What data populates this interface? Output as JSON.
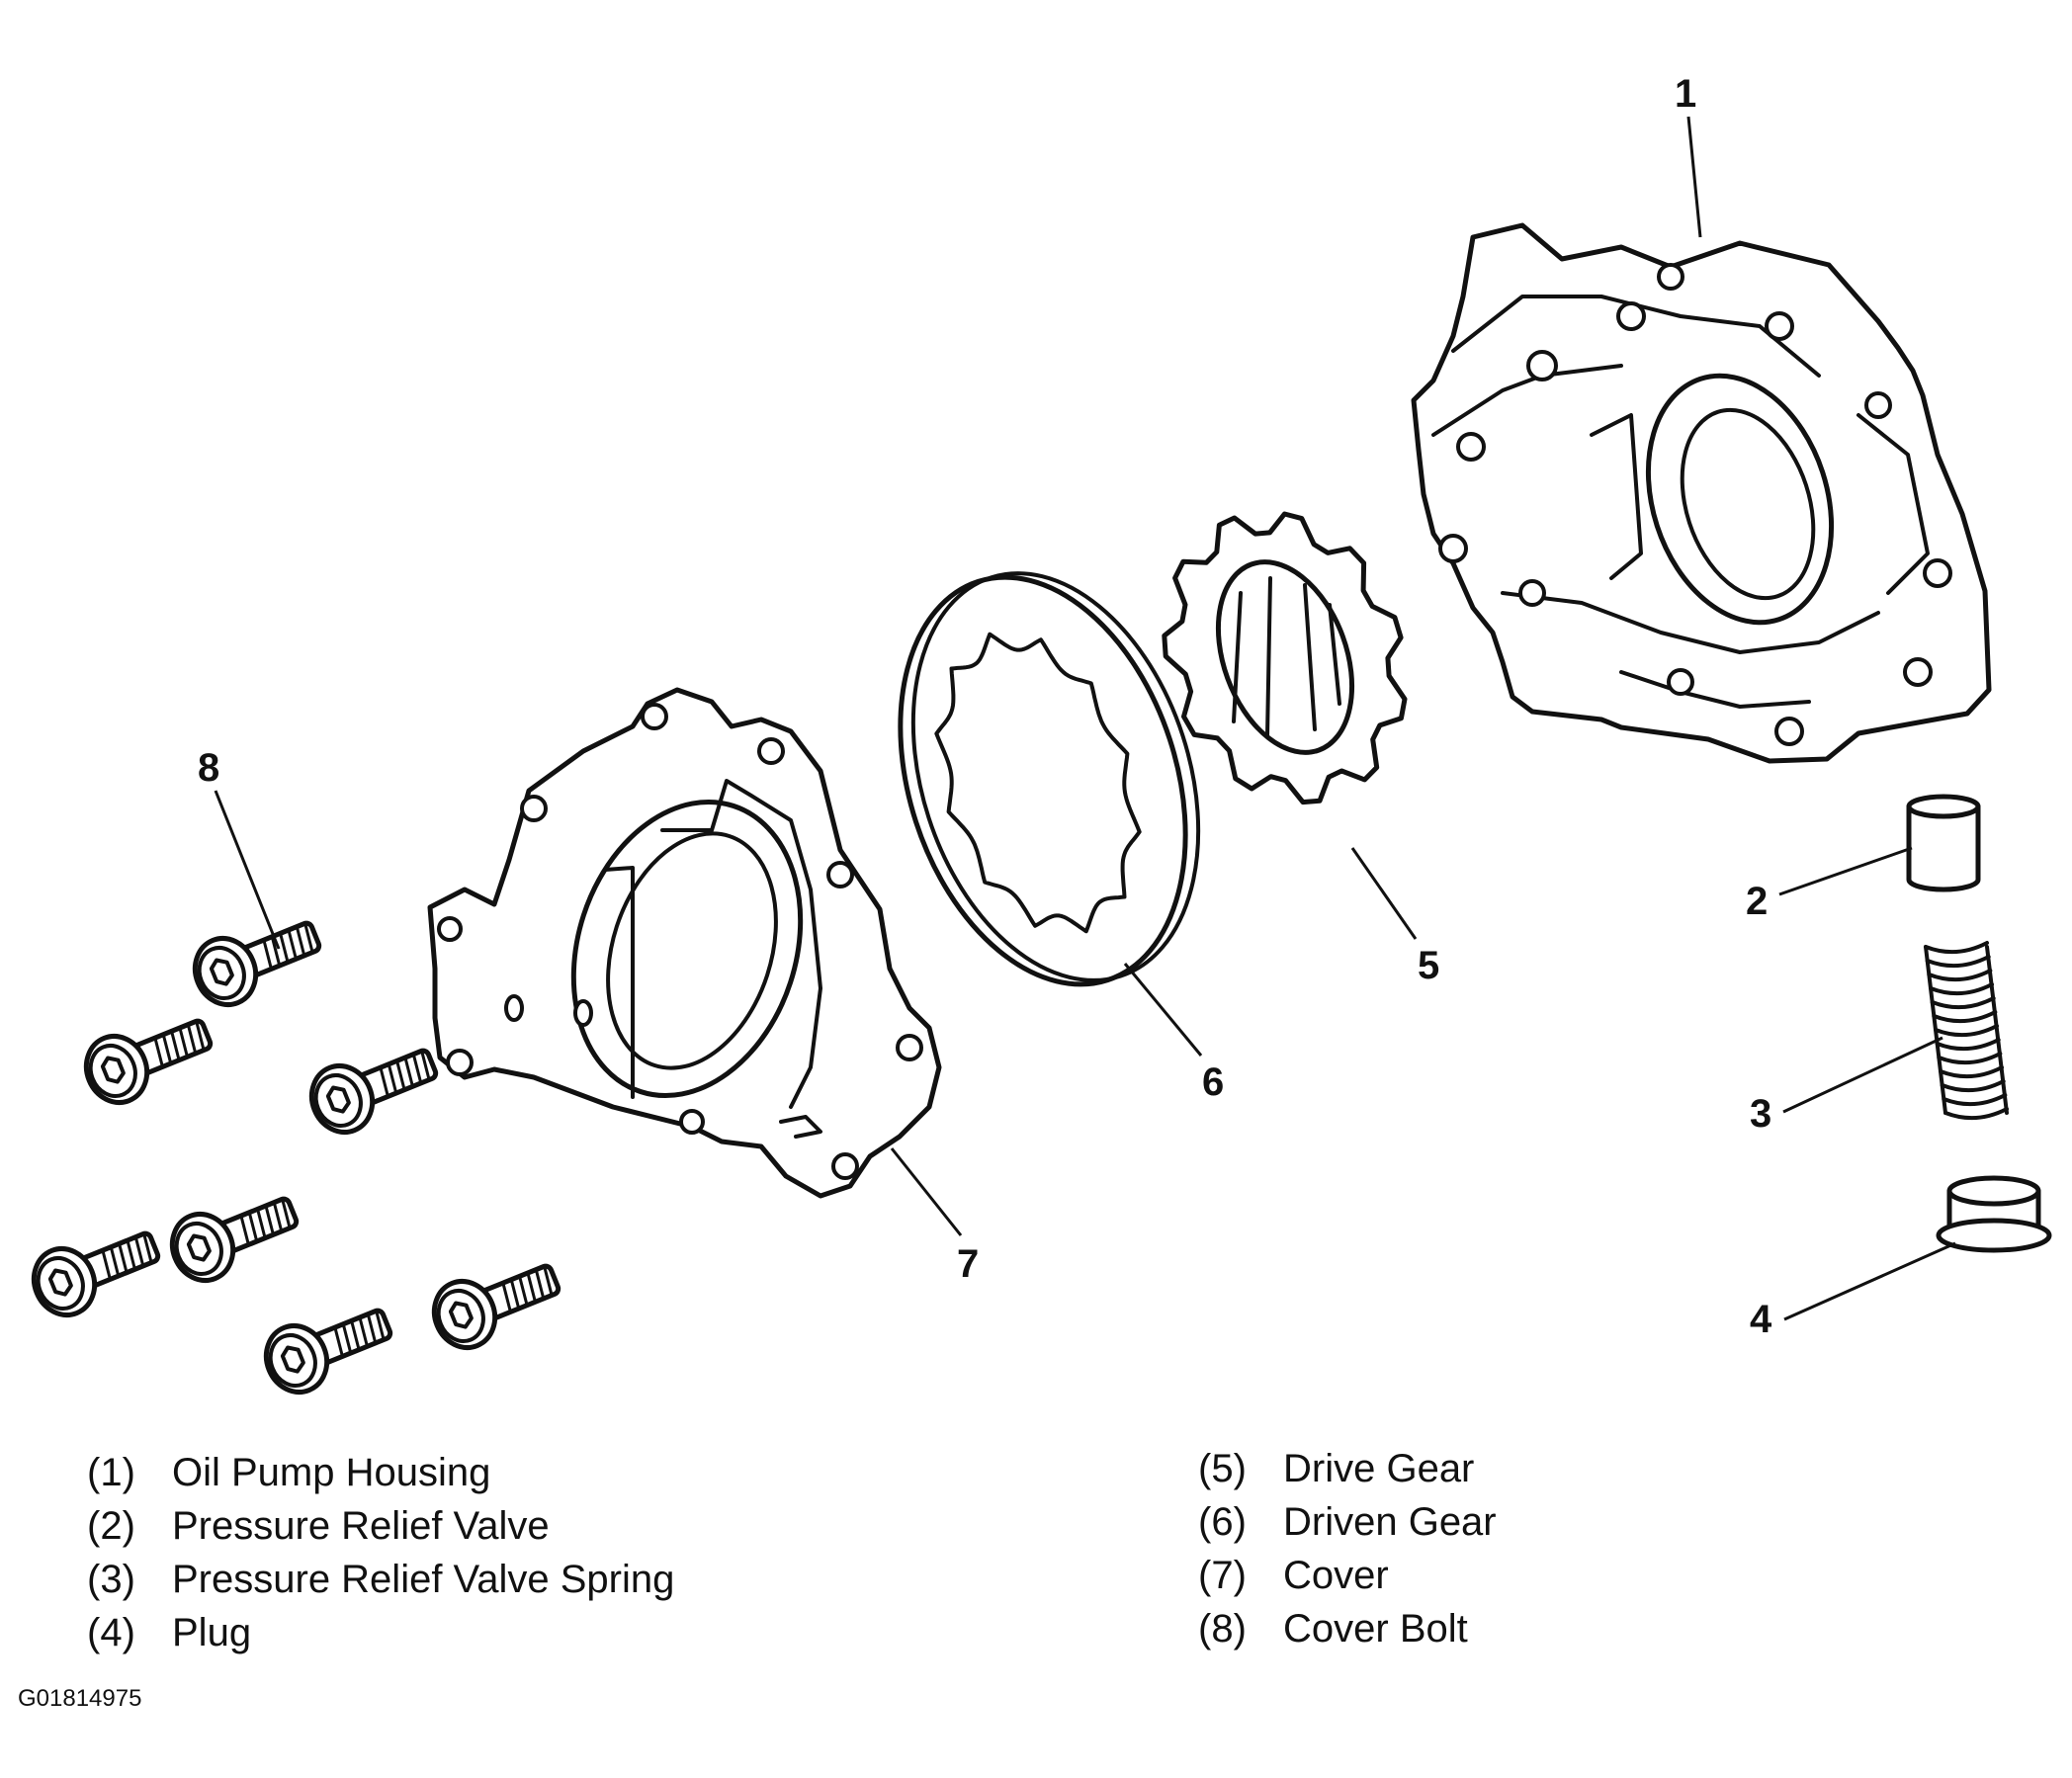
{
  "callouts": {
    "c1": "1",
    "c2": "2",
    "c3": "3",
    "c4": "4",
    "c5": "5",
    "c6": "6",
    "c7": "7",
    "c8": "8"
  },
  "legend": {
    "left": [
      {
        "num": "(1)",
        "label": "Oil Pump Housing"
      },
      {
        "num": "(2)",
        "label": "Pressure Relief Valve"
      },
      {
        "num": "(3)",
        "label": "Pressure Relief Valve Spring"
      },
      {
        "num": "(4)",
        "label": "Plug"
      }
    ],
    "right": [
      {
        "num": "(5)",
        "label": "Drive Gear"
      },
      {
        "num": "(6)",
        "label": "Driven Gear"
      },
      {
        "num": "(7)",
        "label": "Cover"
      },
      {
        "num": "(8)",
        "label": "Cover Bolt"
      }
    ]
  },
  "figure_code": "G01814975"
}
